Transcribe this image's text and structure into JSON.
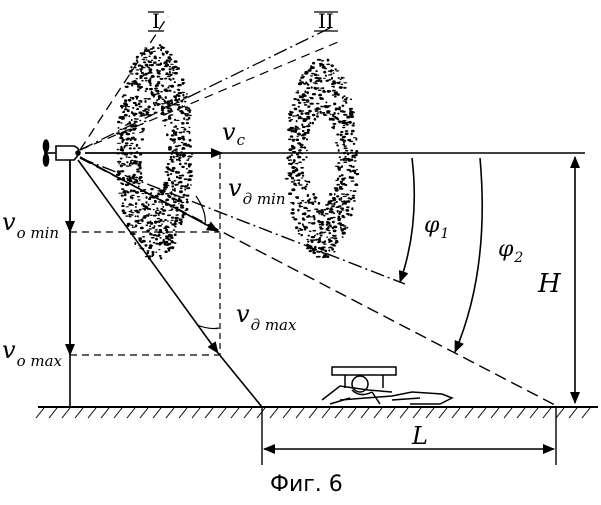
{
  "labels": {
    "zone_1": "I",
    "zone_2": "II",
    "v_c": "v",
    "v_c_sub": "c",
    "v_d_min": "v",
    "v_d_min_sub": "д min",
    "v_d_max": "v",
    "v_d_max_sub": "д max",
    "v_o_min": "v",
    "v_o_min_sub": "o min",
    "v_o_max": "v",
    "v_o_max_sub": "o max",
    "phi_1": "φ",
    "phi_1_sub": "1",
    "phi_2": "φ",
    "phi_2_sub": "2",
    "height": "H",
    "length": "L"
  },
  "caption": "Фиг. 6",
  "colors": {
    "ink": "#000000",
    "paper": "#ffffff"
  }
}
